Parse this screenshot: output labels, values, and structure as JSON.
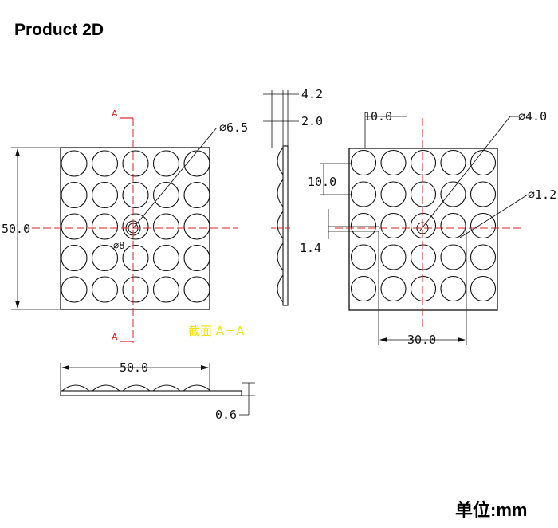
{
  "title": "Product 2D",
  "unit_label": "单位:mm",
  "front_view": {
    "dim_width": "50.0",
    "dim_lens_diameter": "⌀6.5",
    "dim_hole": "⌀8",
    "section_marker_top": "A",
    "section_marker_bottom": "A"
  },
  "side_view": {
    "dim_total_thickness": "4.2",
    "dim_base_thickness": "2.0",
    "dim_offset": "1.4",
    "section_label": "截面  A－A"
  },
  "bottom_view": {
    "dim_width": "50.0",
    "dim_thickness": "0.6"
  },
  "back_view": {
    "dim_pitch_x": "10.0",
    "dim_pitch_y": "10.0",
    "dim_center_hole": "⌀4.0",
    "dim_small_hole": "⌀1.2",
    "dim_span": "30.0"
  },
  "colors": {
    "centerline": "#e02020",
    "section_text": "#f2e300",
    "line": "#111111"
  }
}
